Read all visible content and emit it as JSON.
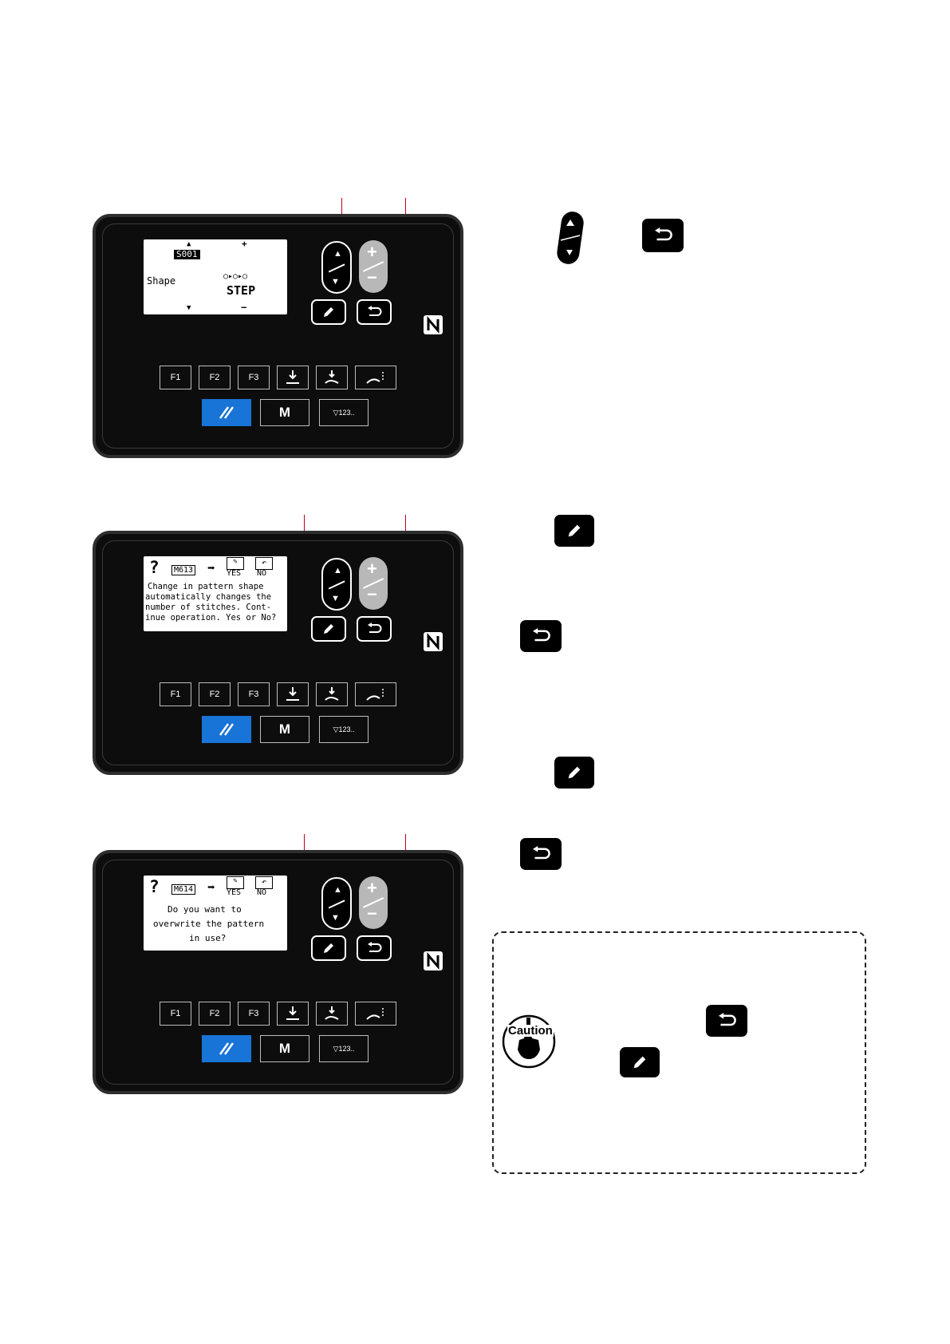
{
  "panel1": {
    "lcd": {
      "pattern_no": "S001",
      "param_label": "Shape",
      "value_label": "STEP"
    }
  },
  "panel2": {
    "lcd": {
      "message_code": "M613",
      "yes_label": "YES",
      "no_label": "NO",
      "message_lines": [
        "Change in pattern shape",
        "automatically changes the",
        "number of stitches. Cont-",
        "inue operation. Yes or No?"
      ]
    }
  },
  "panel3": {
    "lcd": {
      "message_code": "M614",
      "yes_label": "YES",
      "no_label": "NO",
      "message_lines": [
        "Do you want to",
        "overwrite the pattern",
        "in use?"
      ]
    }
  },
  "buttons": {
    "f1": "F1",
    "f2": "F2",
    "f3": "F3",
    "m": "M",
    "counter": "123.."
  },
  "caution": {
    "label": "Caution"
  },
  "colors": {
    "panel": "#0d0d0d",
    "blue_key": "#1874d6",
    "pointer_line": "#c0001a",
    "lcd": "#ffffff"
  },
  "icons": [
    "up-down-key-icon",
    "plus-minus-key-icon",
    "edit-key-icon",
    "return-key-icon",
    "nfc-icon",
    "thread-trim-icon",
    "presser-icon",
    "wiper-icon",
    "ready-key-icon",
    "counter-icon",
    "caution-hand-icon"
  ]
}
